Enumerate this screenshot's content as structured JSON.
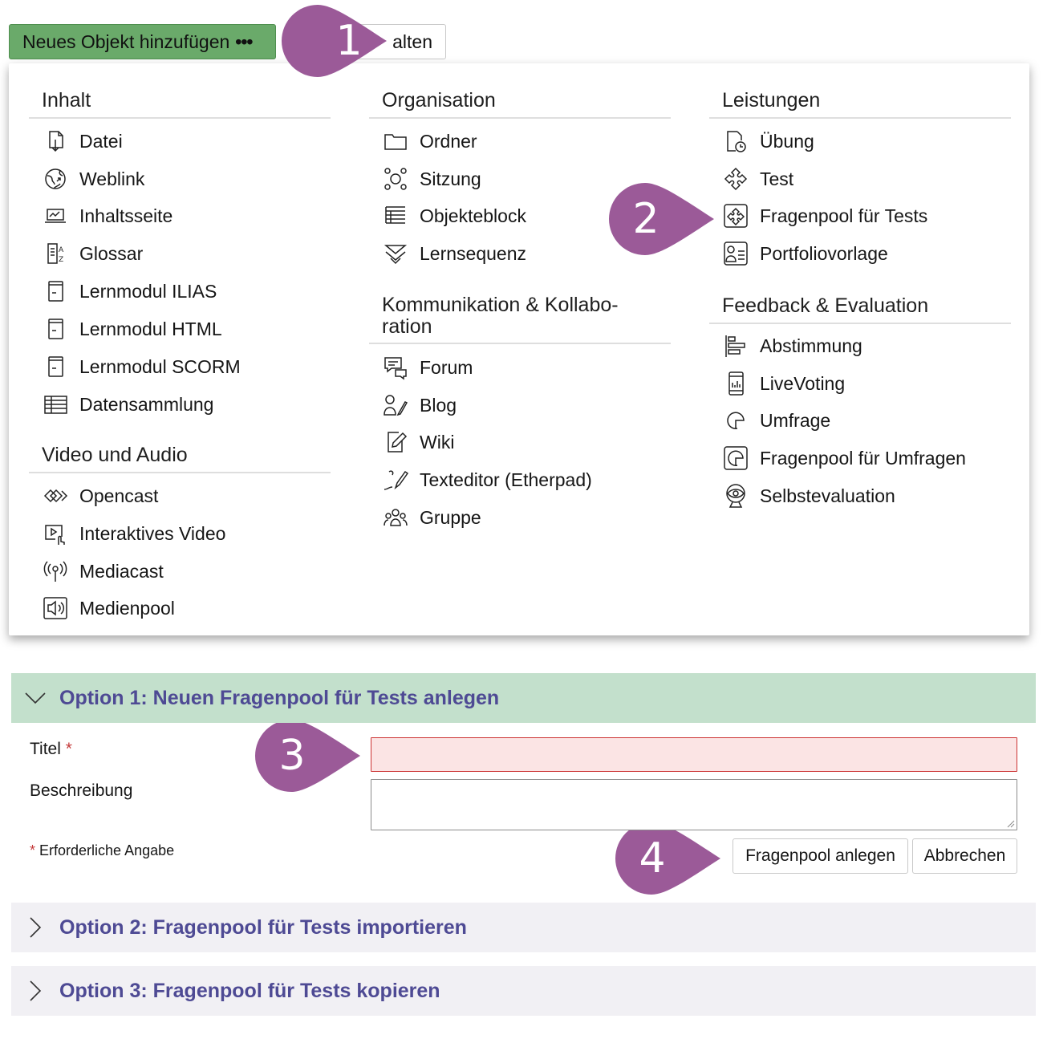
{
  "toolbar": {
    "add_label": "Neues Objekt hinzufügen",
    "add_dots": "•••",
    "manage_label": "alten"
  },
  "menu": {
    "inhalt": {
      "title": "Inhalt",
      "items": [
        {
          "label": "Datei",
          "icon": "file-download-icon"
        },
        {
          "label": "Weblink",
          "icon": "globe-link-icon"
        },
        {
          "label": "Inhaltsseite",
          "icon": "laptop-page-icon"
        },
        {
          "label": "Glossar",
          "icon": "glossary-az-icon"
        },
        {
          "label": "Lernmodul ILIAS",
          "icon": "learning-module-icon"
        },
        {
          "label": "Lernmodul HTML",
          "icon": "learning-module-icon"
        },
        {
          "label": "Lernmodul SCORM",
          "icon": "learning-module-icon"
        },
        {
          "label": "Datensammlung",
          "icon": "data-table-icon"
        }
      ]
    },
    "video": {
      "title": "Video und Audio",
      "items": [
        {
          "label": "Opencast",
          "icon": "opencast-icon"
        },
        {
          "label": "Interaktives Video",
          "icon": "interactive-video-icon"
        },
        {
          "label": "Mediacast",
          "icon": "broadcast-icon"
        },
        {
          "label": "Medienpool",
          "icon": "speaker-icon"
        }
      ]
    },
    "organisation": {
      "title": "Organisation",
      "items": [
        {
          "label": "Ordner",
          "icon": "folder-icon"
        },
        {
          "label": "Sitzung",
          "icon": "session-icon"
        },
        {
          "label": "Objekteblock",
          "icon": "item-block-icon"
        },
        {
          "label": "Lernsequenz",
          "icon": "sequence-icon"
        }
      ]
    },
    "kommunikation": {
      "title_line1": "Kommunikation & Kollabo-",
      "title_line2": "ration",
      "items": [
        {
          "label": "Forum",
          "icon": "forum-icon"
        },
        {
          "label": "Blog",
          "icon": "blog-icon"
        },
        {
          "label": "Wiki",
          "icon": "wiki-icon"
        },
        {
          "label": "Texteditor (Etherpad)",
          "icon": "pen-icon"
        },
        {
          "label": "Gruppe",
          "icon": "group-icon"
        }
      ]
    },
    "leistungen": {
      "title": "Leistungen",
      "items": [
        {
          "label": "Übung",
          "icon": "exercise-clock-icon"
        },
        {
          "label": "Test",
          "icon": "puzzle-icon"
        },
        {
          "label": "Fragenpool für Tests",
          "icon": "question-pool-icon"
        },
        {
          "label": "Portfoliovorlage",
          "icon": "portfolio-icon"
        }
      ]
    },
    "feedback": {
      "title": "Feedback & Evaluation",
      "items": [
        {
          "label": "Abstimmung",
          "icon": "poll-icon"
        },
        {
          "label": "LiveVoting",
          "icon": "phone-chart-icon"
        },
        {
          "label": "Umfrage",
          "icon": "survey-icon"
        },
        {
          "label": "Fragenpool für Umfragen",
          "icon": "survey-pool-icon"
        },
        {
          "label": "Selbstevaluation",
          "icon": "self-eval-icon"
        }
      ]
    }
  },
  "markers": {
    "m1": "1",
    "m2": "2",
    "m3": "3",
    "m4": "4"
  },
  "options": {
    "opt1": "Option 1: Neuen Fragenpool für Tests anlegen",
    "opt2": "Option 2: Fragenpool für Tests importieren",
    "opt3": "Option 3: Fragenpool für Tests kopieren"
  },
  "form": {
    "title_label": "Titel",
    "required_star": "*",
    "description_label": "Beschreibung",
    "title_value": "",
    "description_value": "",
    "required_note": "Erforderliche Angabe",
    "create_button": "Fragenpool anlegen",
    "cancel_button": "Abbrechen"
  },
  "colors": {
    "add_button": "#6aaa6a",
    "marker": "#9b5a98",
    "option_active_bg": "#c3e0cc",
    "option_text": "#4e4a94",
    "required": "#c43a3a"
  }
}
